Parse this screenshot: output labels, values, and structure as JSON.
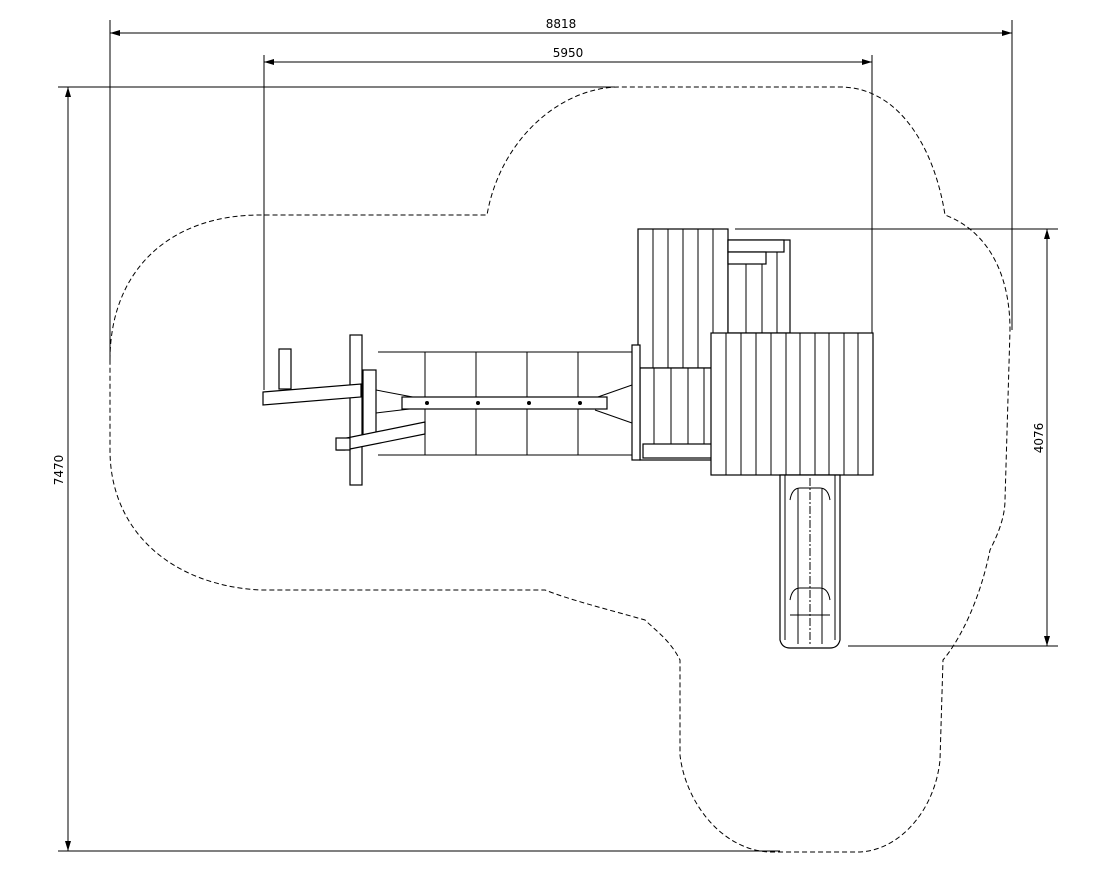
{
  "drawing": {
    "dimensions": {
      "overall_width": "8818",
      "inner_width": "5950",
      "overall_height": "7470",
      "structure_height": "4076"
    },
    "colors": {
      "line": "#000000",
      "background": "#ffffff"
    }
  }
}
